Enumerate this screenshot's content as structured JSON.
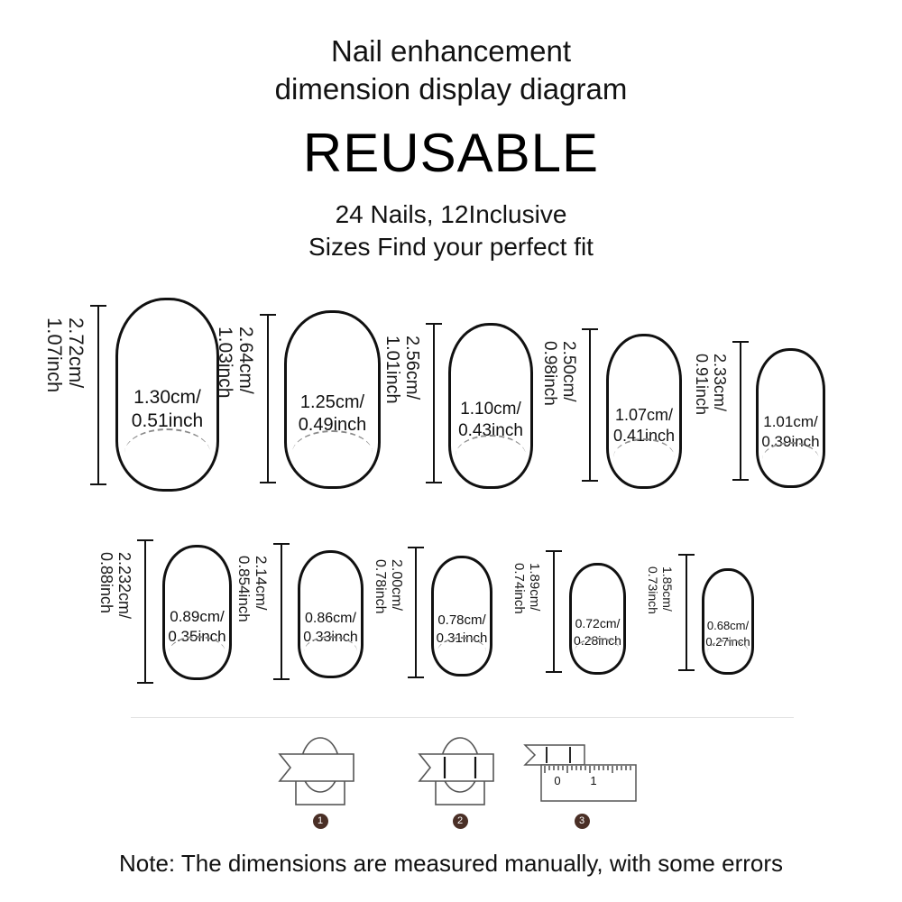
{
  "header": {
    "title_line_1": "Nail enhancement",
    "title_line_2": "dimension display diagram",
    "brandword": "REUSABLE",
    "sub_line_1": "24 Nails, 12Inclusive",
    "sub_line_2": "Sizes Find your perfect fit"
  },
  "chart_data": {
    "type": "table",
    "title": "Nail enhancement dimension display diagram",
    "units": [
      "cm",
      "inch"
    ],
    "columns": [
      "length_cm",
      "length_inch",
      "width_cm",
      "width_inch"
    ],
    "rows": [
      {
        "length_cm": 2.72,
        "length_inch": 1.07,
        "width_cm": 1.3,
        "width_inch": 0.51
      },
      {
        "length_cm": 2.64,
        "length_inch": 1.03,
        "width_cm": 1.25,
        "width_inch": 0.49
      },
      {
        "length_cm": 2.56,
        "length_inch": 1.01,
        "width_cm": 1.1,
        "width_inch": 0.43
      },
      {
        "length_cm": 2.5,
        "length_inch": 0.98,
        "width_cm": 1.07,
        "width_inch": 0.41
      },
      {
        "length_cm": 2.33,
        "length_inch": 0.91,
        "width_cm": 1.01,
        "width_inch": 0.39
      },
      {
        "length_cm": 2.232,
        "length_inch": 0.88,
        "width_cm": 0.89,
        "width_inch": 0.35
      },
      {
        "length_cm": 2.14,
        "length_inch": 0.854,
        "width_cm": 0.86,
        "width_inch": 0.33
      },
      {
        "length_cm": 2.0,
        "length_inch": 0.78,
        "width_cm": 0.78,
        "width_inch": 0.31
      },
      {
        "length_cm": 1.89,
        "length_inch": 0.74,
        "width_cm": 0.72,
        "width_inch": 0.28
      },
      {
        "length_cm": 1.85,
        "length_inch": 0.73,
        "width_cm": 0.68,
        "width_inch": 0.27
      }
    ]
  },
  "rows": [
    {
      "nails": [
        {
          "length_l1": "2.72cm/",
          "length_l2": "1.07inch",
          "width_l1": "1.30cm/",
          "width_l2": "0.51inch"
        },
        {
          "length_l1": "2.64cm/",
          "length_l2": "1.03inch",
          "width_l1": "1.25cm/",
          "width_l2": "0.49inch"
        },
        {
          "length_l1": "2.56cm/",
          "length_l2": "1.01inch",
          "width_l1": "1.10cm/",
          "width_l2": "0.43inch"
        },
        {
          "length_l1": "2.50cm/",
          "length_l2": "0.98inch",
          "width_l1": "1.07cm/",
          "width_l2": "0.41inch"
        },
        {
          "length_l1": "2.33cm/",
          "length_l2": "0.91inch",
          "width_l1": "1.01cm/",
          "width_l2": "0.39inch"
        }
      ]
    },
    {
      "nails": [
        {
          "length_l1": "2.232cm/",
          "length_l2": "0.88inch",
          "width_l1": "0.89cm/",
          "width_l2": "0.35inch"
        },
        {
          "length_l1": "2.14cm/",
          "length_l2": "0.854inch",
          "width_l1": "0.86cm/",
          "width_l2": "0.33inch"
        },
        {
          "length_l1": "2.00cm/",
          "length_l2": "0.78inch",
          "width_l1": "0.78cm/",
          "width_l2": "0.31inch"
        },
        {
          "length_l1": "1.89cm/",
          "length_l2": "0.74inch",
          "width_l1": "0.72cm/",
          "width_l2": "0.28inch"
        },
        {
          "length_l1": "1.85cm/",
          "length_l2": "0.73inch",
          "width_l1": "0.68cm/",
          "width_l2": "0.27inch"
        }
      ]
    }
  ],
  "steps": [
    {
      "number": "1",
      "icon": "nail-with-banner-icon"
    },
    {
      "number": "2",
      "icon": "nail-with-banner-marks-icon"
    },
    {
      "number": "3",
      "icon": "ruler-measure-icon"
    }
  ],
  "ruler": {
    "tick_0": "0",
    "tick_1": "1"
  },
  "note": "Note: The dimensions are measured manually, with some errors",
  "colors": {
    "outline": "#111111",
    "cuticle_dash": "#8a8a8a",
    "badge": "#4a2f26",
    "divider": "#e3e3e3",
    "background": "#ffffff"
  }
}
